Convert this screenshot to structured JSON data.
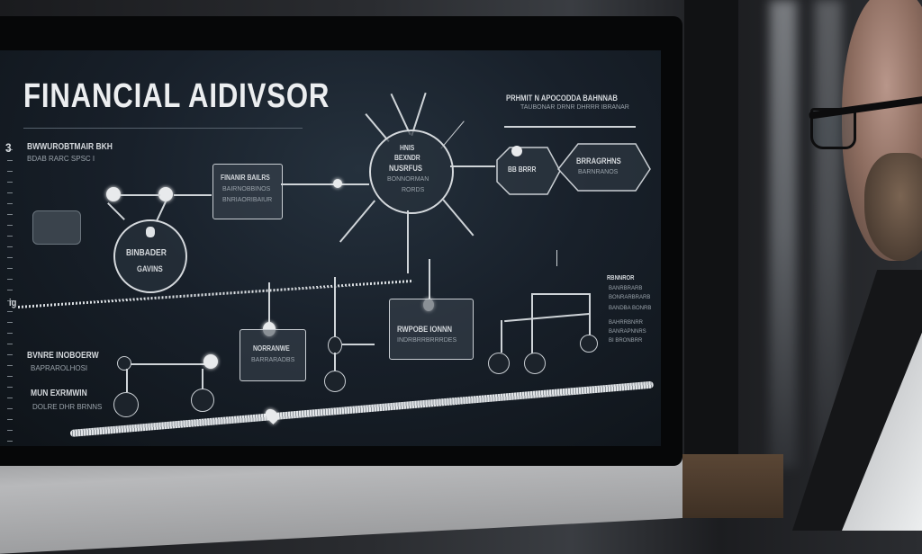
{
  "scene": {
    "description": "Man with glasses and beard viewing a monitor displaying a financial advisor flow diagram",
    "colors": {
      "screen_bg": "#18202a",
      "line": "#cfd4d8",
      "text": "#e6e8ea",
      "desk": "#4e3c2d",
      "monitor_chin": "#b0b1b3"
    }
  },
  "screen": {
    "title": "FINANCIAL AIDIVSOR",
    "left_labels": [
      {
        "heading": "BWWUROBTMAIR BKH",
        "sub": "BDAB RARC SPSC I"
      },
      {
        "heading": "BVNRE INOBOERW",
        "sub": "BAPRAROLHOSI"
      },
      {
        "heading": "MUN EXRMWIN",
        "sub": "DOLRE DHR BRNNS"
      }
    ],
    "side_marker_top": "3",
    "side_marker_mid": "ig",
    "top_right_heading": "PRHMIT N APOCODDA BAHNNAB",
    "top_right_sub": "TAUBONAR DRNR DHRRR IBRANAR",
    "boxes": [
      {
        "id": "box-upper-left",
        "title": "FINANIR BAILRS",
        "lines": [
          "BAIRNOBBINOS",
          "BNRIAORIBAIUR"
        ]
      },
      {
        "id": "box-mid-left",
        "title": "NORRANWE",
        "lines": [
          "BARRARADBS"
        ]
      },
      {
        "id": "box-center",
        "title": "RWPOBE IONNN",
        "lines": [
          "INDRBRRBRRRDES"
        ]
      }
    ],
    "circles": [
      {
        "id": "circle-left",
        "title": "BINBADER",
        "sub": "GAVINS"
      },
      {
        "id": "circle-hub",
        "lines": [
          "HNIS",
          "BEXNDR",
          "NUSRFUS",
          "BONNORMAN",
          "RORDS"
        ]
      }
    ],
    "hexagons": [
      {
        "id": "hex-left",
        "label": "BB BRRR"
      },
      {
        "id": "hex-right",
        "label": "BRRAGRHNS",
        "sub": "BARNRANOS"
      }
    ],
    "right_notes": [
      "RBNNROR",
      "BANRBRARB",
      "BONRARBRARB",
      "BANDBA BONRB",
      "BAHRRBNRR",
      "BANRAPNNRS",
      "BI BRONBRR"
    ]
  },
  "icons": [
    "briefcase-icon",
    "user-icon",
    "location-pin-icon",
    "target-icon",
    "coin-icon",
    "chart-node-icon"
  ]
}
